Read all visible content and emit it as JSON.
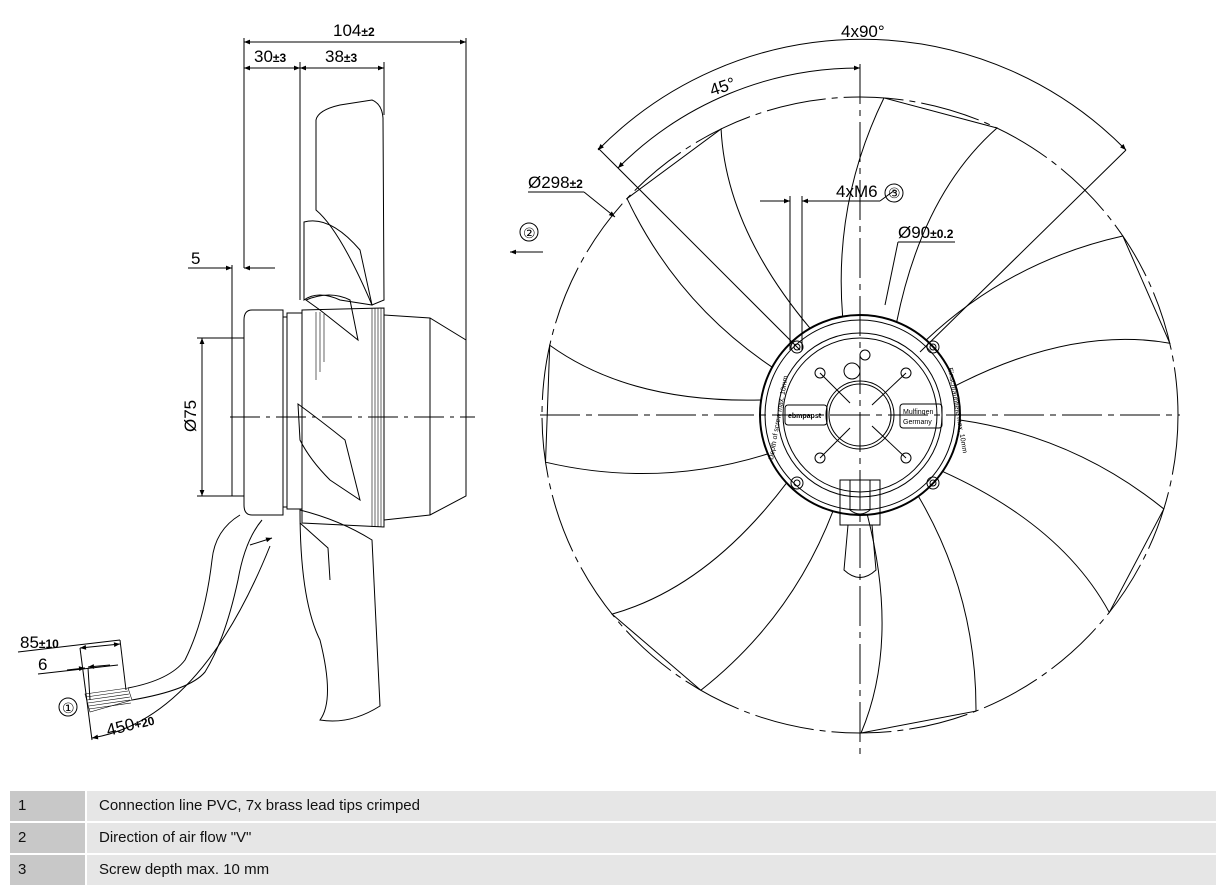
{
  "side_view": {
    "dims": {
      "overall": {
        "value": "104",
        "tol": "±2"
      },
      "a": {
        "value": "30",
        "tol": "±3"
      },
      "b": {
        "value": "38",
        "tol": "±3"
      },
      "flange": "5",
      "diameter": "Ø75",
      "lead_strip": {
        "value": "85",
        "tol": "±10"
      },
      "lead_tip": "6",
      "cable": {
        "value": "450",
        "tol": "+20"
      }
    },
    "callout": "①"
  },
  "front_view": {
    "dims": {
      "bolt_angle": "4x90°",
      "offset_angle": "45°",
      "outer_dia": {
        "value": "Ø298",
        "tol": "±2"
      },
      "thread": "4xM6",
      "hub_dia": {
        "value": "Ø90",
        "tol": "±0.2"
      }
    },
    "callouts": {
      "screw": "③",
      "airflow": "②"
    },
    "hub_labels": {
      "brand": "ebmpapst",
      "location_1": "Mulfingen",
      "location_2": "Germany",
      "rim_left": "Depth of screw max. 10mm",
      "rim_right": "Einschraubtiefe max. 10mm"
    }
  },
  "legend": [
    {
      "num": "1",
      "text": "Connection line PVC, 7x brass lead tips crimped"
    },
    {
      "num": "2",
      "text": "Direction of air flow \"V\""
    },
    {
      "num": "3",
      "text": "Screw depth max. 10 mm"
    }
  ]
}
